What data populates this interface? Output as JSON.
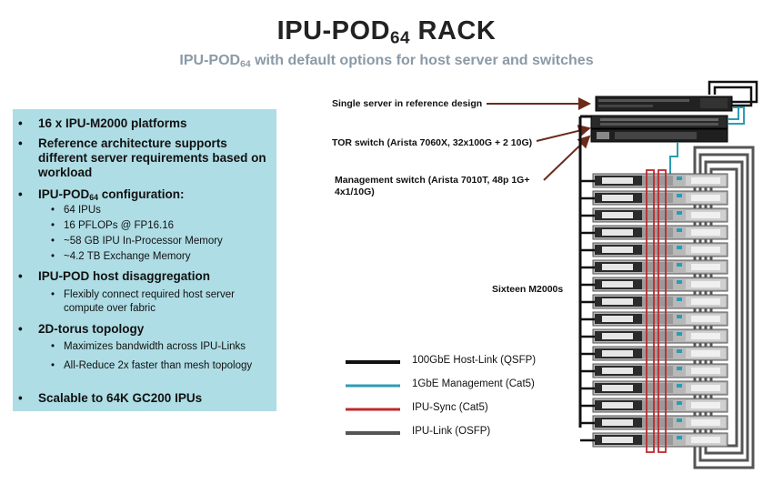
{
  "title": {
    "main": "IPU-POD",
    "sub": "64",
    "tail": " RACK"
  },
  "subtitle": {
    "main": "IPU-POD",
    "sub": "64",
    "tail": " with default options for host server and switches"
  },
  "panel": {
    "b1": "16 x IPU-M2000 platforms",
    "b2": "Reference architecture supports different server requirements based on workload",
    "b3_main": "IPU-POD",
    "b3_sub": "64",
    "b3_tail": " configuration:",
    "b3_items": [
      "64 IPUs",
      "16 PFLOPs @ FP16.16",
      "~58 GB IPU In-Processor Memory",
      "~4.2 TB Exchange Memory"
    ],
    "b4": "IPU-POD host disaggregation",
    "b4_items": [
      "Flexibly connect required host server compute over fabric"
    ],
    "b5": "2D-torus topology",
    "b5_items": [
      "Maximizes bandwidth across IPU-Links",
      "All-Reduce 2x faster than mesh topology"
    ],
    "b6": "Scalable to 64K GC200 IPUs"
  },
  "labels": {
    "server": "Single server in reference design",
    "tor": "TOR switch (Arista 7060X, 32x100G + 2 10G)",
    "mgmt": "Management switch (Arista 7010T,  48p 1G+ 4x1/10G)",
    "m2000": "Sixteen M2000s"
  },
  "legend": [
    {
      "label": "100GbE Host-Link (QSFP)",
      "color": "#111111"
    },
    {
      "label": "1GbE Management (Cat5)",
      "color": "#2a9db5"
    },
    {
      "label": "IPU-Sync (Cat5)",
      "color": "#c0282d"
    },
    {
      "label": "IPU-Link (OSFP)",
      "color": "#555555"
    }
  ],
  "colors": {
    "panel": "#aedde5",
    "arrow": "#6b2a1a",
    "teal": "#2a9db5",
    "red": "#c0282d",
    "gray": "#555555",
    "black": "#111111"
  }
}
